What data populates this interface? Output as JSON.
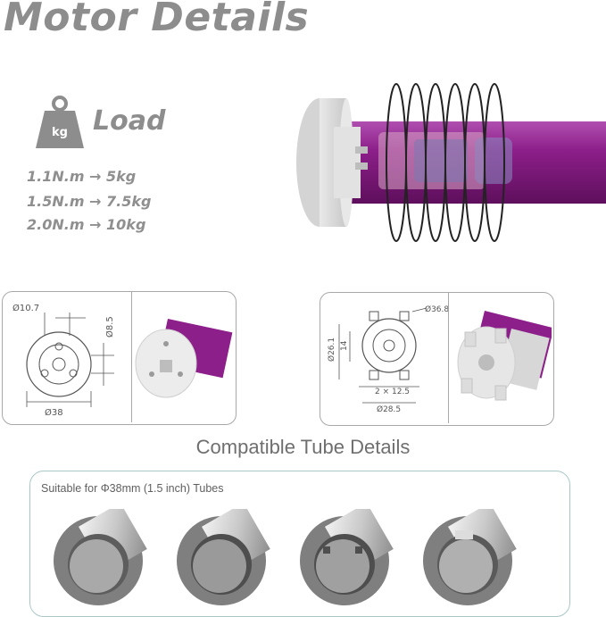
{
  "header": {
    "title": "Motor Details"
  },
  "load": {
    "icon_label": "kg",
    "label": "Load",
    "specs": [
      "1.1N.m → 5kg",
      "1.5N.m → 7.5kg",
      "2.0N.m → 10kg"
    ]
  },
  "drawing_left": {
    "dim_top": "Ø10.7",
    "dim_right": "Ø8.5",
    "dim_bottom": "Ø38"
  },
  "drawing_right": {
    "dim_top": "Ø36.8",
    "dim_left": "Ø26.1",
    "dim_inner": "14",
    "dim_slot": "2 × 12.5",
    "dim_bottom": "Ø28.5"
  },
  "tubes": {
    "heading": "Compatible Tube Details",
    "caption": "Suitable for Φ38mm (1.5 inch) Tubes"
  },
  "colors": {
    "motor_purple": "#8d1f8a",
    "text_grey": "#8d8d8d",
    "panel_border": "#a9c7c7"
  }
}
